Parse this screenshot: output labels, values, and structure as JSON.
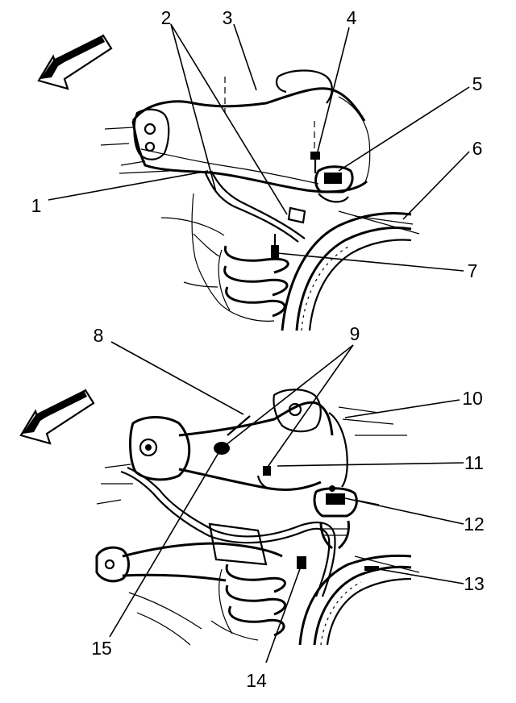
{
  "figure": {
    "top_view": {
      "callouts": [
        {
          "id": "1",
          "text": "1"
        },
        {
          "id": "2",
          "text": "2"
        },
        {
          "id": "3",
          "text": "3"
        },
        {
          "id": "4",
          "text": "4"
        },
        {
          "id": "5",
          "text": "5"
        },
        {
          "id": "6",
          "text": "6"
        },
        {
          "id": "7",
          "text": "7"
        }
      ]
    },
    "bottom_view": {
      "callouts": [
        {
          "id": "8",
          "text": "8"
        },
        {
          "id": "9",
          "text": "9"
        },
        {
          "id": "10",
          "text": "10"
        },
        {
          "id": "11",
          "text": "11"
        },
        {
          "id": "12",
          "text": "12"
        },
        {
          "id": "13",
          "text": "13"
        },
        {
          "id": "14",
          "text": "14"
        },
        {
          "id": "15",
          "text": "15"
        }
      ]
    }
  },
  "colors": {
    "ink": "#000000",
    "background": "#ffffff"
  }
}
